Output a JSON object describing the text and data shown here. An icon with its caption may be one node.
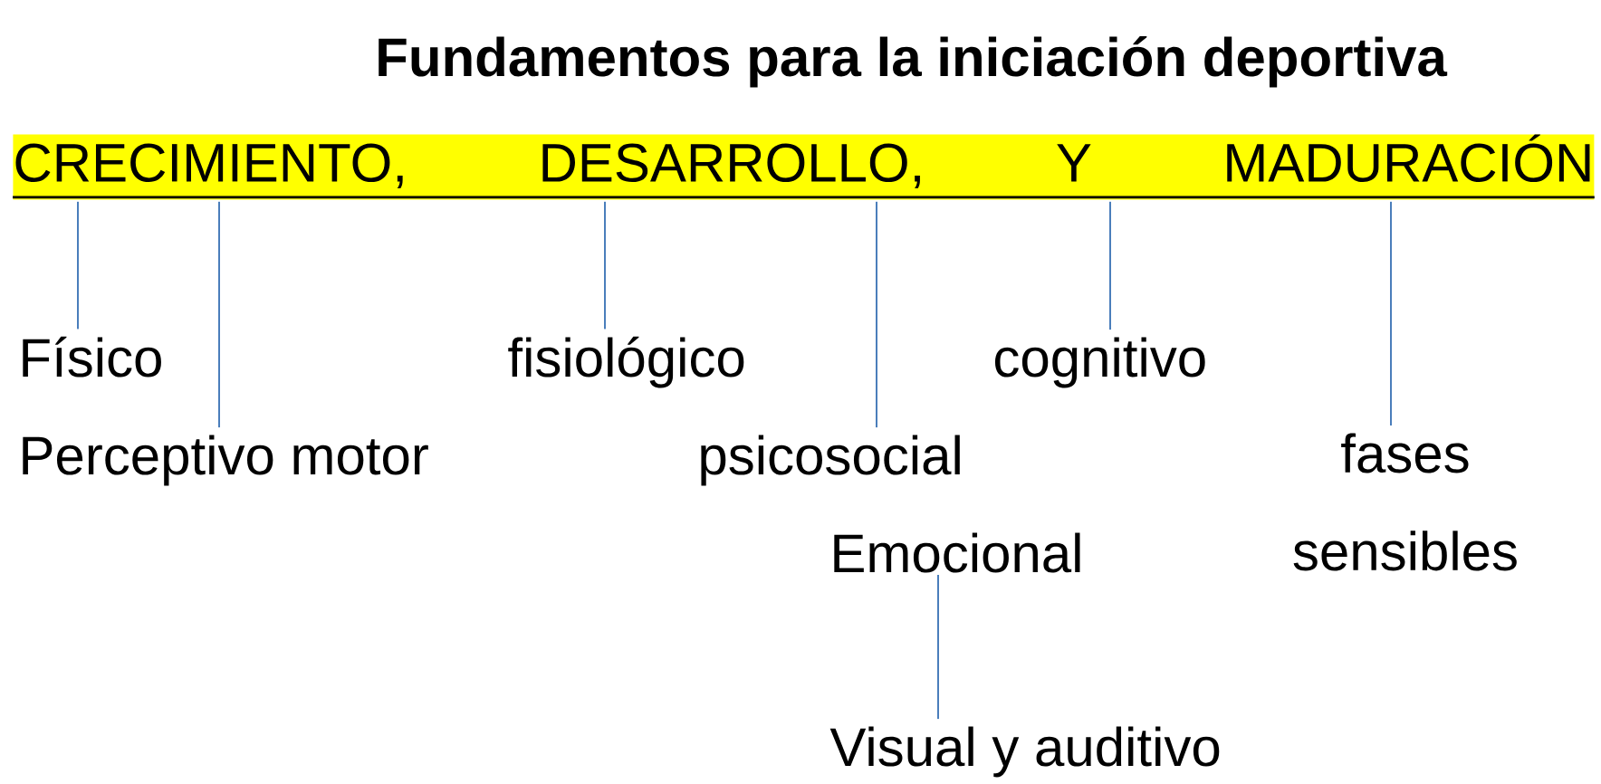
{
  "diagram": {
    "title": "Fundamentos para la iniciación deportiva",
    "nodes": [
      {
        "text": [
          "CRECIMIENTO, DESARROLLO, Y MADURACIÓN"
        ]
      },
      {
        "text": [
          "Físico"
        ]
      },
      {
        "text": [
          "fisiológico"
        ]
      },
      {
        "text": [
          "cognitivo"
        ]
      },
      {
        "text": [
          "Perceptivo motor"
        ]
      },
      {
        "text": [
          "psicosocial"
        ]
      },
      {
        "text": [
          "fases sensibles"
        ]
      },
      {
        "text": [
          "Emocional"
        ]
      },
      {
        "text": [
          "Visual y auditivo"
        ]
      }
    ],
    "edges": [
      {
        "from": 0,
        "to": 1,
        "arrow": "none"
      },
      {
        "from": 0,
        "to": 4,
        "arrow": "none"
      },
      {
        "from": 0,
        "to": 2,
        "arrow": "none"
      },
      {
        "from": 0,
        "to": 5,
        "arrow": "none"
      },
      {
        "from": 0,
        "to": 3,
        "arrow": "none"
      },
      {
        "from": 0,
        "to": 6,
        "arrow": "none"
      },
      {
        "from": 7,
        "to": 8,
        "arrow": "none"
      }
    ]
  }
}
